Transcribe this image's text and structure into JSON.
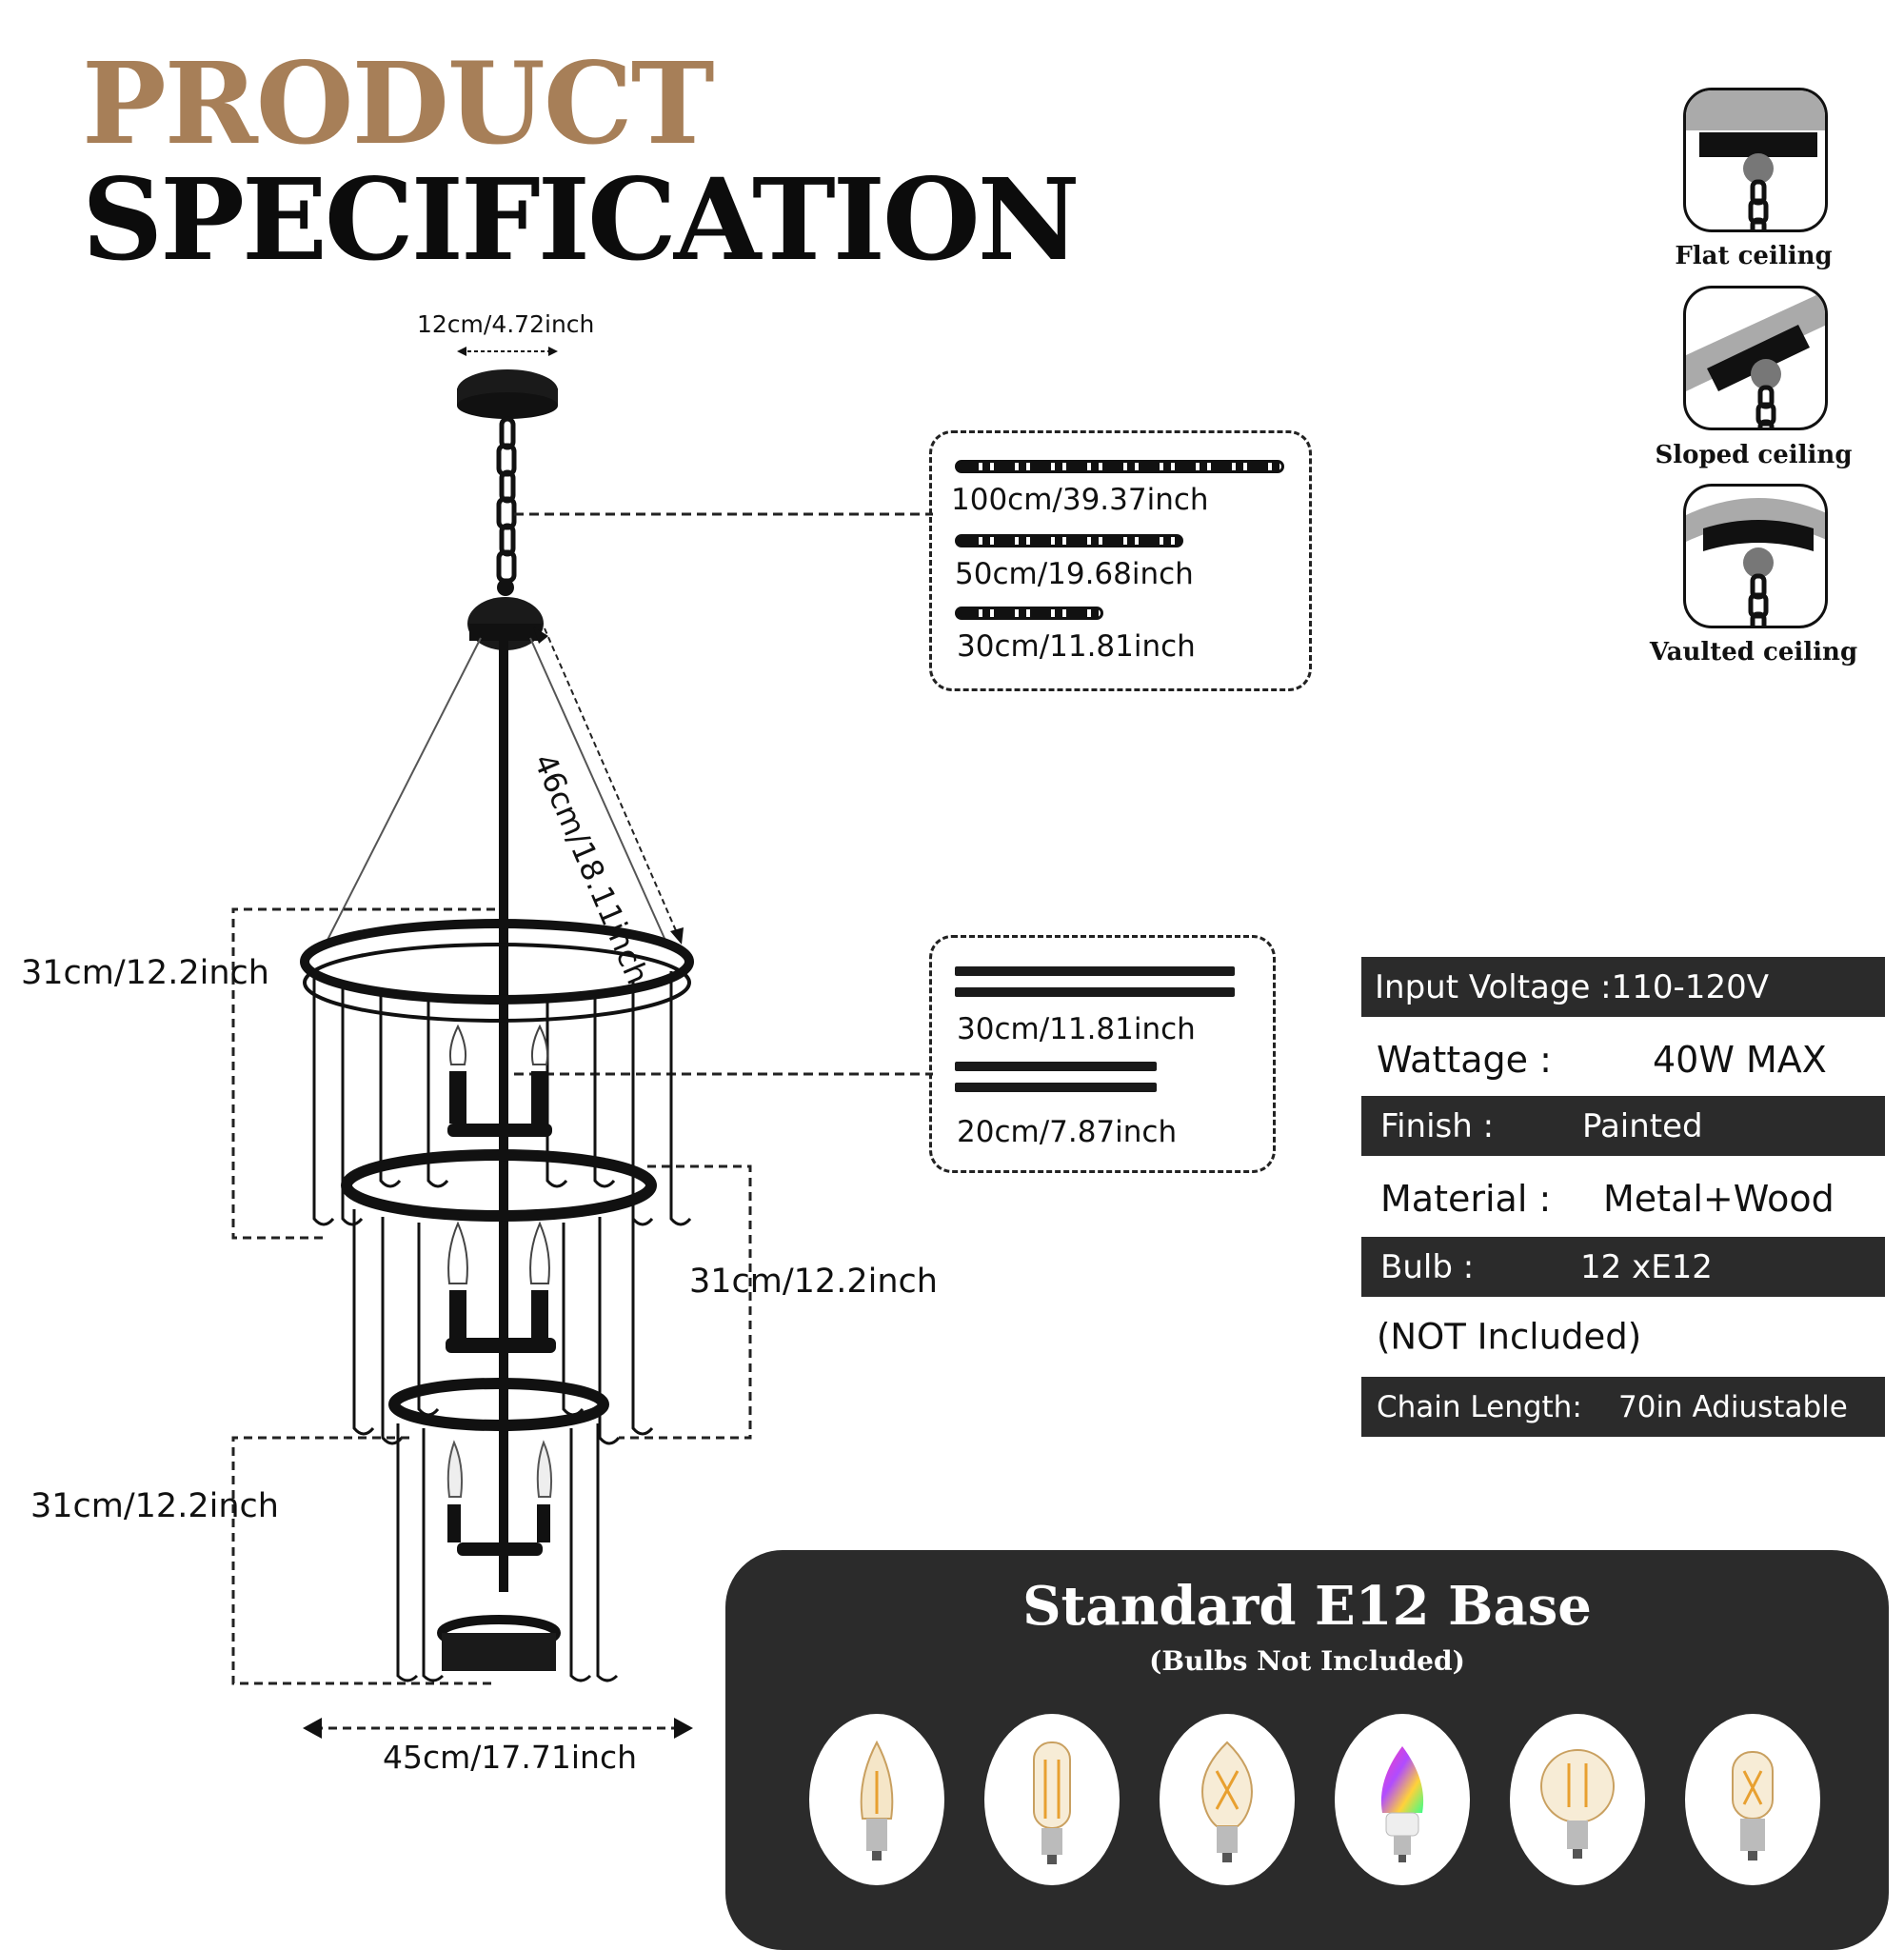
{
  "title": {
    "line1": "PRODUCT",
    "line2": "SPECIFICATION"
  },
  "dimensions": {
    "canopy_width": "12cm/4.72inch",
    "rod_to_ring": "46cm/18.11inch",
    "tier1_height": "31cm/12.2inch",
    "tier2_height": "31cm/12.2inch",
    "tier3_height": "31cm/12.2inch",
    "total_width": "45cm/17.71inch"
  },
  "chain_options": [
    "100cm/39.37inch",
    "50cm/19.68inch",
    "30cm/11.81inch"
  ],
  "rod_options": [
    "30cm/11.81inch",
    "20cm/7.87inch"
  ],
  "ceiling_types": [
    {
      "label": "Flat ceiling",
      "icon": "flat-ceiling-icon"
    },
    {
      "label": "Sloped ceiling",
      "icon": "sloped-ceiling-icon"
    },
    {
      "label": "Vaulted ceiling",
      "icon": "vaulted-ceiling-icon"
    }
  ],
  "specs": {
    "voltage": "Input Voltage :110-120V",
    "wattage_label": "Wattage :",
    "wattage_value": "40W MAX",
    "finish_label": "Finish :",
    "finish_value": "Painted",
    "material_label": "Material :",
    "material_value": "Metal+Wood",
    "bulb_label": "Bulb :",
    "bulb_value": "12 xE12",
    "bulb_note": "(NOT Included)",
    "chain_label": "Chain Length:",
    "chain_value": "70in Adiustable"
  },
  "bulb_panel": {
    "title": "Standard E12 Base",
    "subtitle": "(Bulbs Not Included)",
    "bulbs": [
      "candle-flame-bulb",
      "tubular-bulb",
      "st-vintage-bulb",
      "smart-rgb-bulb",
      "globe-bulb",
      "mini-tubular-bulb"
    ]
  },
  "colors": {
    "accent_brown": "#a77f58",
    "dark_panel": "#2b2b2b"
  }
}
